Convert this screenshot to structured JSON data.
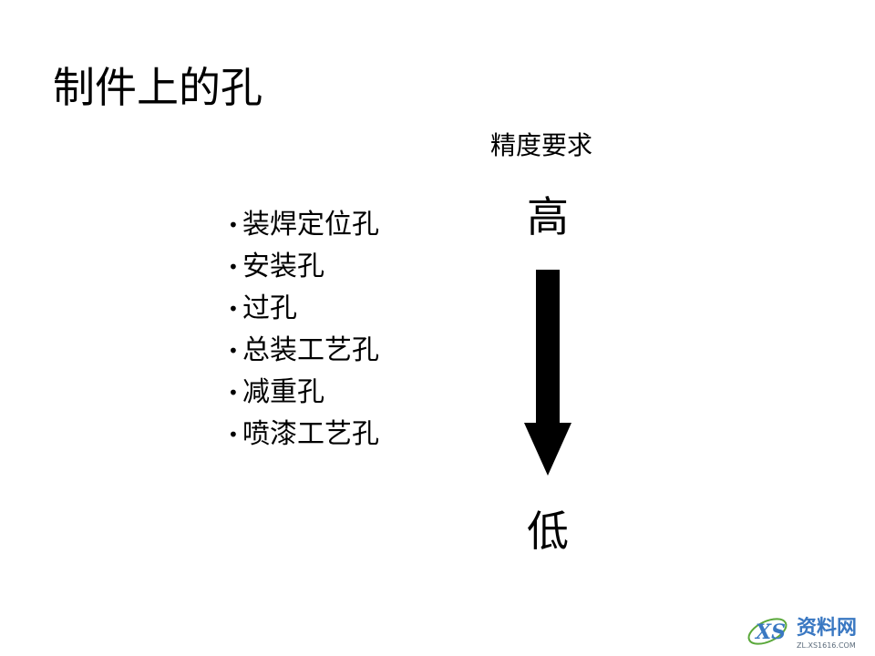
{
  "slide": {
    "title": "制件上的孔",
    "bullet_marker": "•",
    "bullets": [
      "装焊定位孔",
      "安装孔",
      "过孔",
      "总装工艺孔",
      "减重孔",
      "喷漆工艺孔"
    ],
    "precision": {
      "label": "精度要求",
      "high": "高",
      "low": "低"
    },
    "watermark": {
      "logo_text": "XS",
      "name": "资料网",
      "url": "ZL.XS1616.COM"
    }
  },
  "colors": {
    "text": "#000000",
    "background": "#ffffff",
    "arrow": "#000000",
    "watermark_blue": "#3a78c2",
    "watermark_green": "#5aa83a"
  }
}
